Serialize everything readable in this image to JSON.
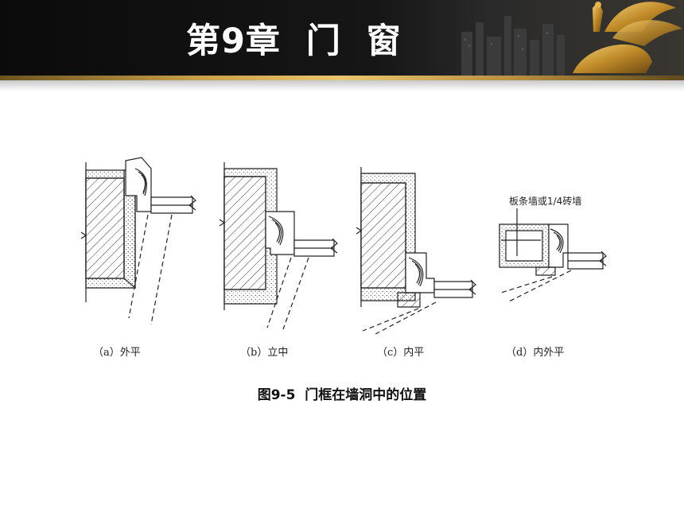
{
  "slide": {
    "title": "第9章  门  窗",
    "caption": "图9-5  门框在墙洞中的位置"
  },
  "figure": {
    "panels": [
      {
        "id": "a",
        "label": "（a）外平"
      },
      {
        "id": "b",
        "label": "（b）立中"
      },
      {
        "id": "c",
        "label": "（c）内平"
      },
      {
        "id": "d",
        "label": "（d）内外平"
      }
    ],
    "annotation": "板条墙或1/4砖墙"
  },
  "colors": {
    "header_bg": "#111111",
    "accent_gold": "#c9a24a",
    "title_text": "#ffffff"
  }
}
